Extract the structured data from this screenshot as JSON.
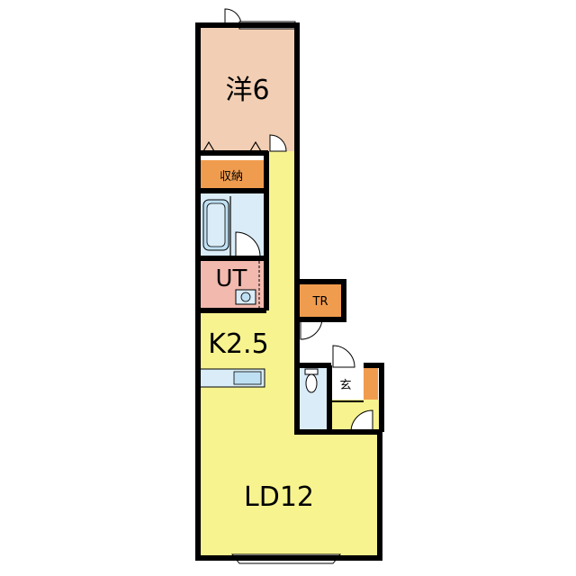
{
  "rooms": {
    "bedroom": {
      "label": "洋6",
      "color": "#f2cfb4"
    },
    "storage": {
      "label": "収納",
      "color": "#f09c4e"
    },
    "bath": {
      "label": "",
      "color": "#d9ecf7"
    },
    "utility": {
      "label": "UT",
      "color": "#f2b9ae"
    },
    "kitchen": {
      "label": "K2.5",
      "color": "#f7f38f"
    },
    "living": {
      "label": "LD12",
      "color": "#f7f38f"
    },
    "trunk_room": {
      "label": "TR",
      "color": "#f09c4e"
    },
    "toilet": {
      "label": "",
      "color": "#d9ecf7"
    },
    "entrance": {
      "label": "玄",
      "color": "#ffffff"
    },
    "shoe_box": {
      "label": "",
      "color": "#f09c4e"
    }
  },
  "colors": {
    "wall": "#000000",
    "fixture": "#d9ecf7",
    "window_frame": "#ffffff"
  }
}
